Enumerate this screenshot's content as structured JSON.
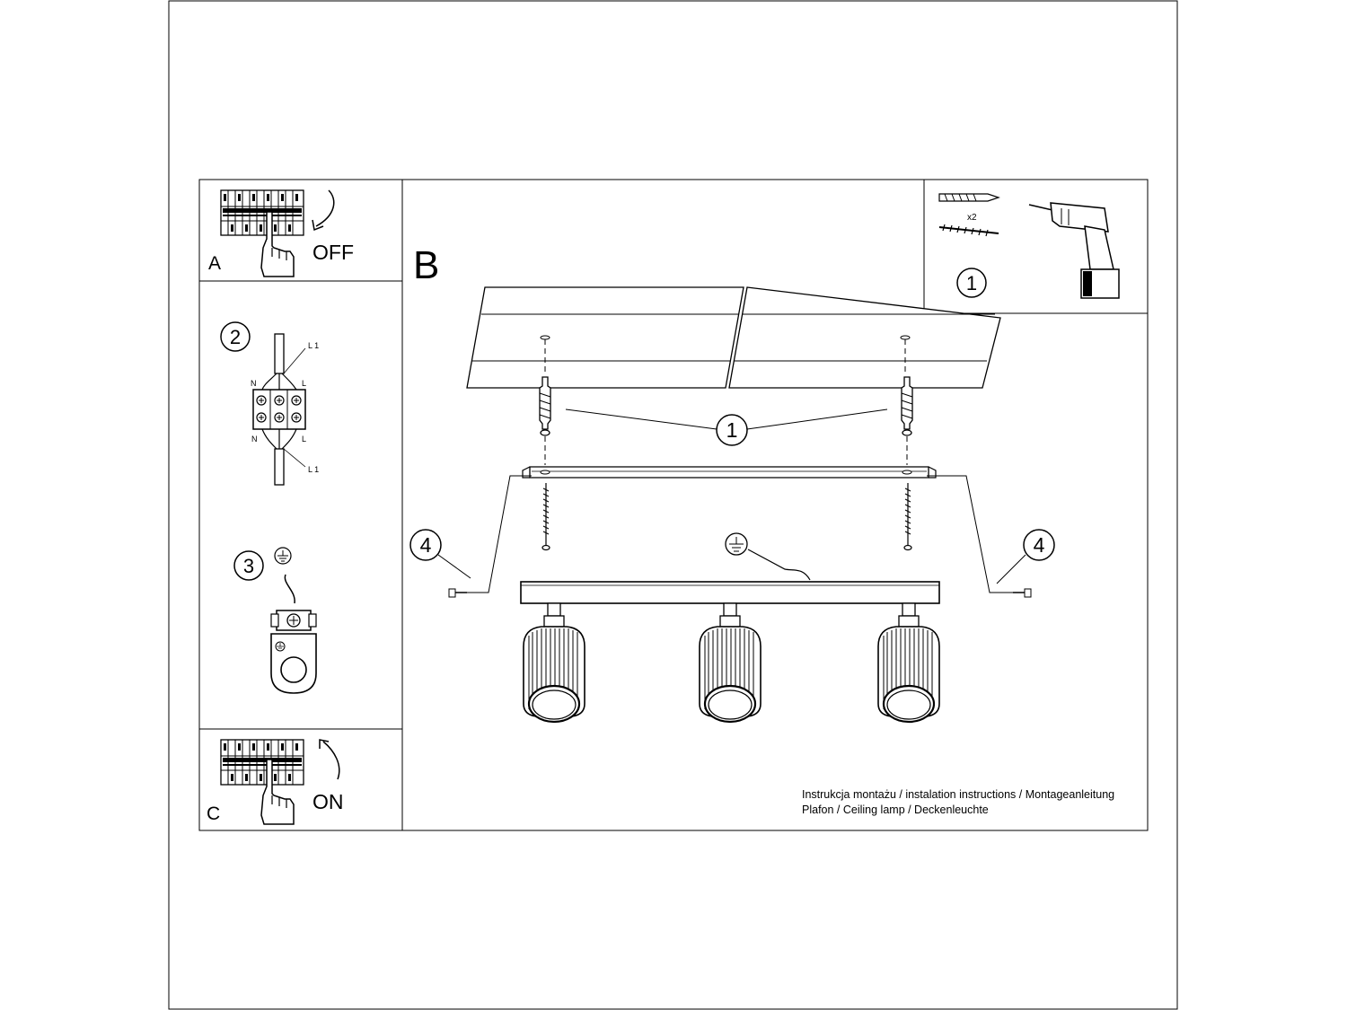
{
  "panels": {
    "a": {
      "letter": "A",
      "action": "OFF"
    },
    "b": {
      "letter": "B"
    },
    "c": {
      "letter": "C",
      "action": "ON"
    }
  },
  "steps": {
    "tools": {
      "number": "1",
      "quantity": "x2"
    },
    "wiring": {
      "number": "2",
      "terminal_labels": {
        "l1_top": "L 1",
        "n_top": "N",
        "l_top": "L",
        "n_bottom": "N",
        "l_bottom": "L",
        "l1_bottom": "L 1"
      }
    },
    "ground": {
      "number": "3"
    },
    "mounting": {
      "callout_1": "1",
      "callout_4_left": "4",
      "callout_4_right": "4"
    }
  },
  "caption": {
    "line1": "Instrukcja montażu / instalation instructions / Montageanleitung",
    "line2": "Plafon / Ceiling lamp / Deckenleuchte"
  },
  "icons": [
    "breaker-panel-icon",
    "hand-icon",
    "curved-arrow-icon",
    "drill-icon",
    "wall-plug-icon",
    "screw-icon",
    "terminal-block-icon",
    "ground-symbol-icon",
    "ground-terminal-icon",
    "ceiling-lamp-icon"
  ],
  "colors": {
    "line": "#000000",
    "background": "#ffffff"
  }
}
